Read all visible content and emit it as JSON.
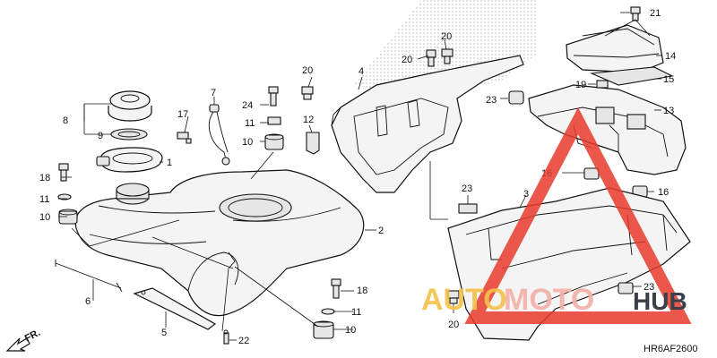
{
  "diagram": {
    "code": "HR6AF2600",
    "direction_label": "FR.",
    "callouts": [
      "1",
      "2",
      "3",
      "4",
      "5",
      "6",
      "7",
      "8",
      "9",
      "10",
      "11",
      "12",
      "13",
      "14",
      "15",
      "16",
      "17",
      "18",
      "19",
      "20",
      "21",
      "22",
      "23",
      "24"
    ]
  },
  "watermark": {
    "part1": "AUTO",
    "part2": "MOTO",
    "part3": "HUB",
    "colors": {
      "auto": "#f5c24a",
      "moto": "#f2b0a8",
      "hub": "#3a3f4a",
      "triangle": "#e8392a"
    }
  }
}
